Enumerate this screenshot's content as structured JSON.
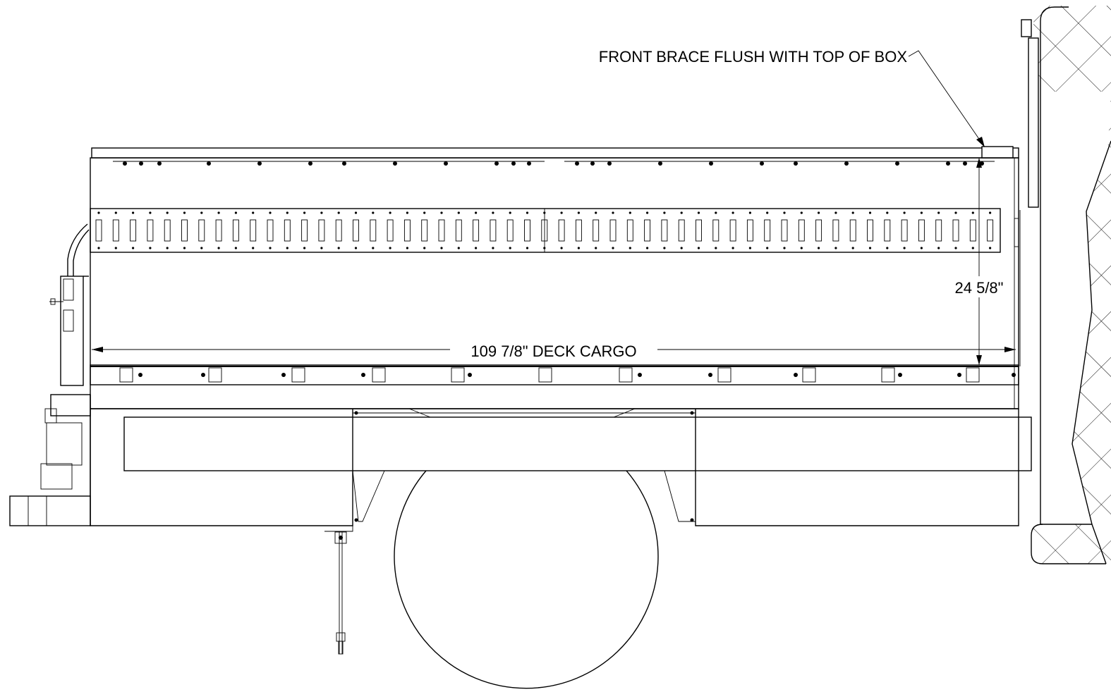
{
  "annotations": {
    "front_brace": "FRONT BRACE FLUSH WITH TOP OF BOX",
    "deck_cargo_length": "109 7/8\" DECK CARGO",
    "box_height": "24 5/8\""
  }
}
